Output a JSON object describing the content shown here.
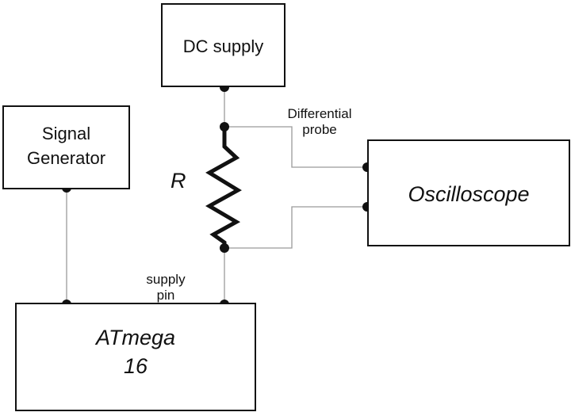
{
  "dc_supply": {
    "label": "DC supply"
  },
  "signal_generator": {
    "line1": "Signal",
    "line2": "Generator"
  },
  "oscilloscope": {
    "label": "Oscilloscope"
  },
  "atmega": {
    "line1": "ATmega",
    "line2": "16"
  },
  "resistor": {
    "label": "R"
  },
  "differential_probe": {
    "line1": "Differential",
    "line2": "probe"
  },
  "supply_pin": {
    "line1": "supply",
    "line2": "pin"
  }
}
